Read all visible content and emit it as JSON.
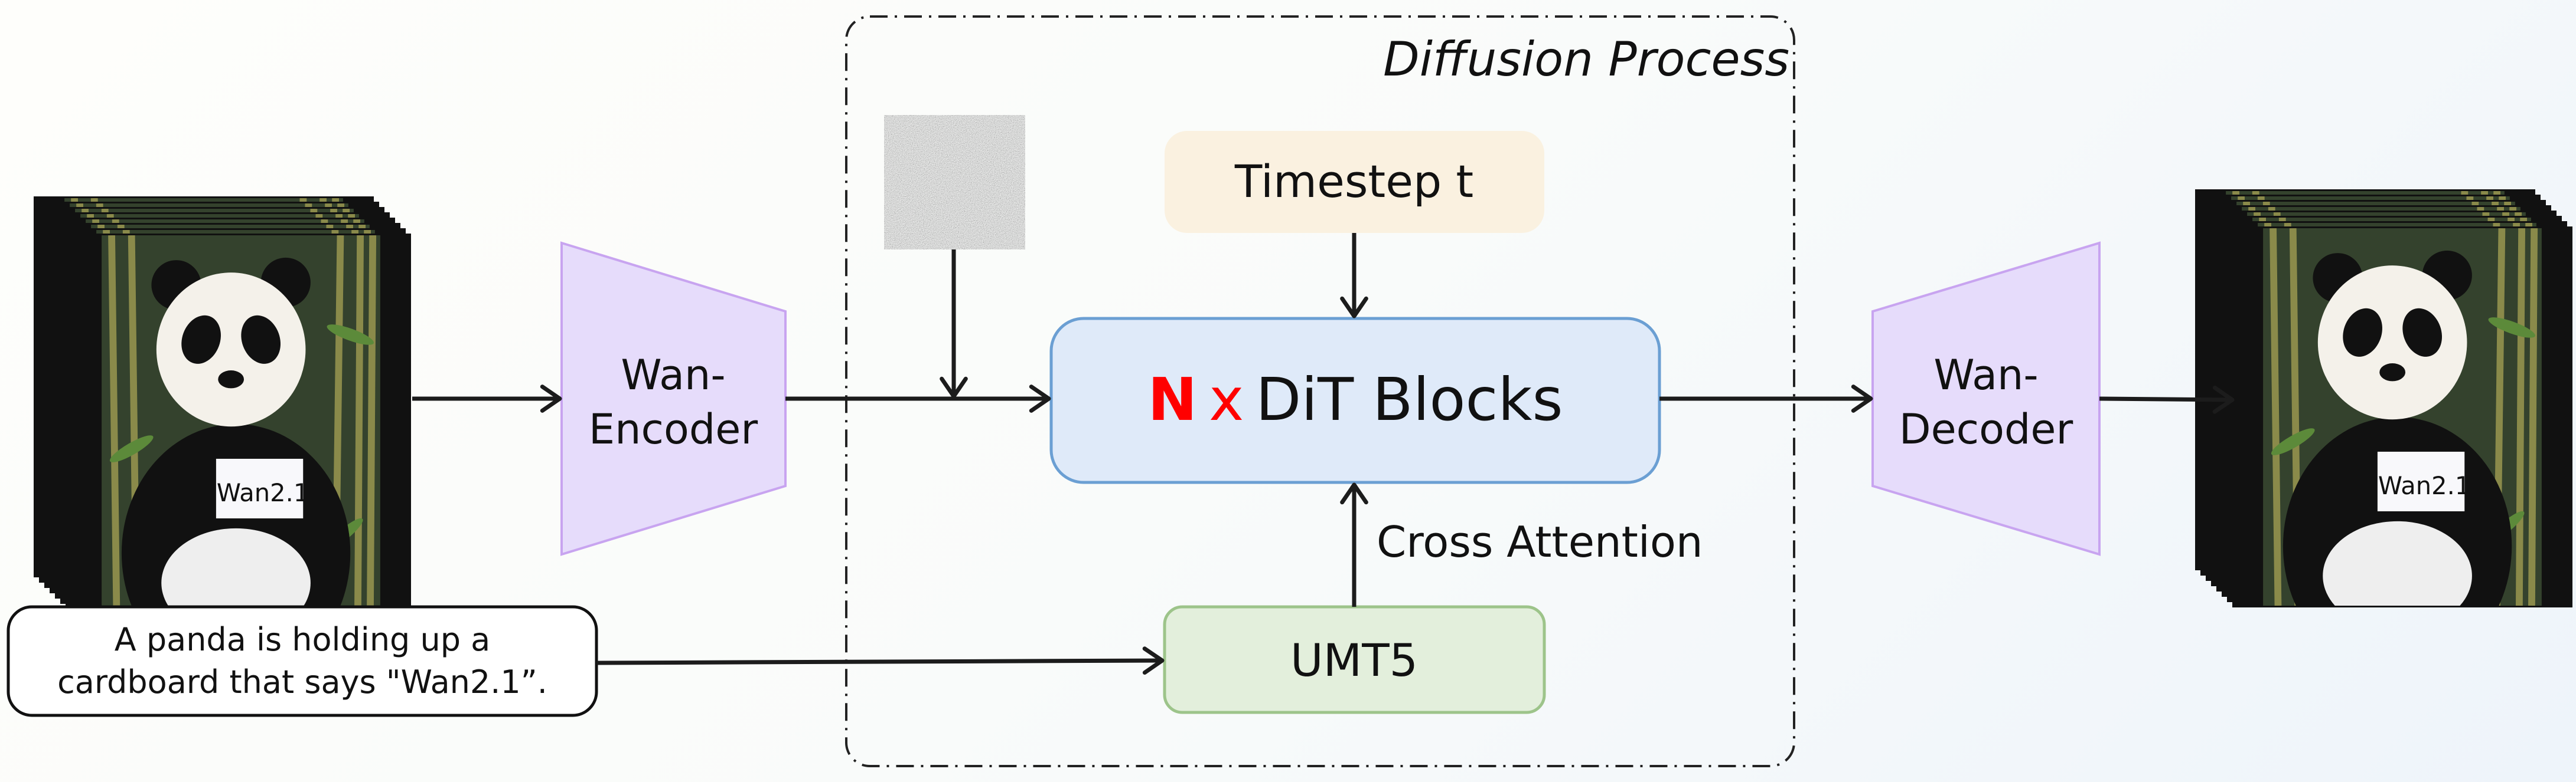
{
  "diffusion_process": {
    "label": "Diffusion Process"
  },
  "timestep": {
    "label": "Timestep t"
  },
  "dit": {
    "n": "N",
    "x": "x",
    "label": "DiT Blocks"
  },
  "cross_attention": {
    "label": "Cross Attention"
  },
  "umt5": {
    "label": "UMT5"
  },
  "encoder": {
    "line1": "Wan-",
    "line2": "Encoder"
  },
  "decoder": {
    "line1": "Wan-",
    "line2": "Decoder"
  },
  "prompt": {
    "line1": "A panda is holding up a",
    "line2": "cardboard that says \"Wan2.1”."
  },
  "frames": {
    "sign_text": "Wan2.1",
    "count": 8
  },
  "colors": {
    "timestep_fill": "#faf1e0",
    "dit_fill": "#dfeaf9",
    "dit_stroke": "#6b9fd3",
    "umt5_fill": "#e3efdc",
    "umt5_stroke": "#9dc48a",
    "codec_fill": "#e6dcfb",
    "codec_stroke": "#c8a4f0",
    "accent_red": "#ff0000"
  }
}
